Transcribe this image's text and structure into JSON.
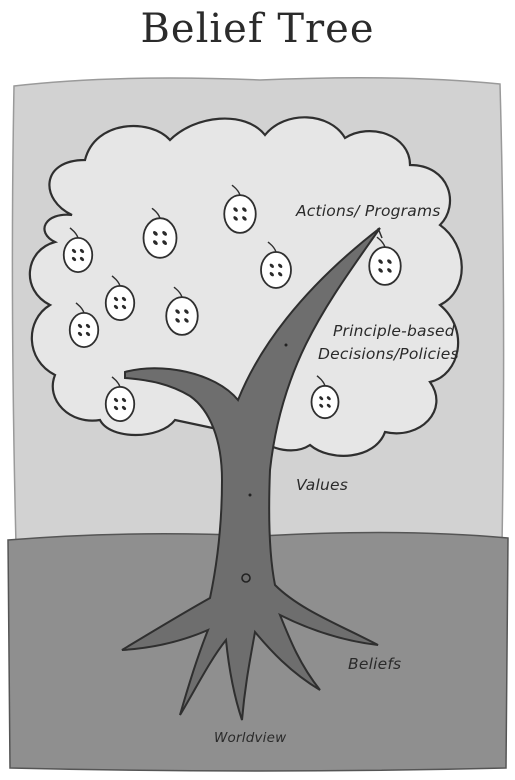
{
  "title": "Belief Tree",
  "labels": {
    "actions": "Actions/ Programs",
    "principle_line1": "Principle-based",
    "principle_line2": "Decisions/Policies",
    "values": "Values",
    "beliefs": "Beliefs",
    "worldview": "Worldview"
  },
  "colors": {
    "sky": "#d2d2d2",
    "canopy": "#e6e6e6",
    "ground": "#8f8f8f",
    "trunk": "#6e6e6e",
    "outline": "#2f2f2f"
  },
  "fruit_icon": "fruit-icon"
}
